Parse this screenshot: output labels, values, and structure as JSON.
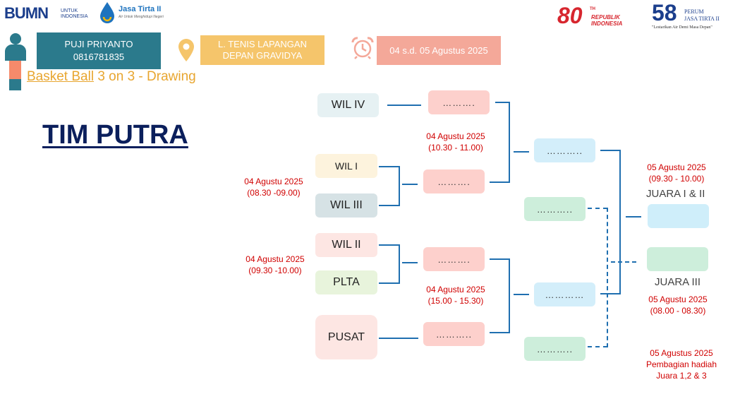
{
  "logos": {
    "bumn": {
      "main": "BUMN",
      "sub1": "UNTUK",
      "sub2": "INDONESIA"
    },
    "jasa_tirta": {
      "name": "Jasa Tirta II",
      "tagline": "Air Untuk Menghidupi Negeri"
    },
    "ri80": {
      "number": "80",
      "sup": "TH",
      "line1": "REPUBLIK",
      "line2": "INDONESIA"
    },
    "jt58": {
      "number": "58",
      "line1": "PERUM",
      "line2": "JASA TIRTA II",
      "tagline": "\"Lestarikan Air Demi Masa Depan\""
    }
  },
  "contact": {
    "name": "PUJI PRIYANTO",
    "phone": "0816781835"
  },
  "location": {
    "line1": "L. TENIS LAPANGAN",
    "line2": "DEPAN GRAVIDYA"
  },
  "date_range": {
    "text": "04 s.d. 05 Agustus 2025"
  },
  "event": {
    "link": "Basket Ball",
    "rest": " 3 on 3 - Drawing"
  },
  "title": "TIM PUTRA",
  "teams": {
    "wil4": "WIL IV",
    "wil1": "WIL I",
    "wil3": "WIL III",
    "wil2": "WIL II",
    "plta": "PLTA",
    "pusat": "PUSAT"
  },
  "slots": {
    "r1": "……….",
    "r2": "……….",
    "r3": "……….",
    "r4": "………..",
    "q1": "………..",
    "q2": "………..",
    "q3": "…………",
    "q4": "………..",
    "final": "",
    "third": ""
  },
  "schedule": {
    "s1": {
      "date": "04 Agustu 2025",
      "time": "(08.30 -09.00)"
    },
    "s2": {
      "date": "04 Agustu 2025",
      "time": "(09.30 -10.00)"
    },
    "s3": {
      "date": "04 Agustu 2025",
      "time": "(10.30 - 11.00)"
    },
    "s4": {
      "date": "04 Agustu 2025",
      "time": "(15.00 - 15.30)"
    },
    "s5": {
      "date": "05 Agustu 2025",
      "time": "(09.30 - 10.00)"
    },
    "s6": {
      "date": "05 Agustu 2025",
      "time": "(08.00 - 08.30)"
    },
    "s7": {
      "date": "05 Agustus 2025",
      "line2": "Pembagian hadiah",
      "line3": "Juara 1,2 & 3"
    }
  },
  "labels": {
    "juara12": "JUARA I & II",
    "juara3": "JUARA III"
  },
  "colors": {
    "teal": "#2b7a8c",
    "gold": "#f5c56b",
    "salmon": "#f4a899",
    "navy": "#0b1f5c",
    "red": "#d00000",
    "line": "#1f6fb0"
  }
}
